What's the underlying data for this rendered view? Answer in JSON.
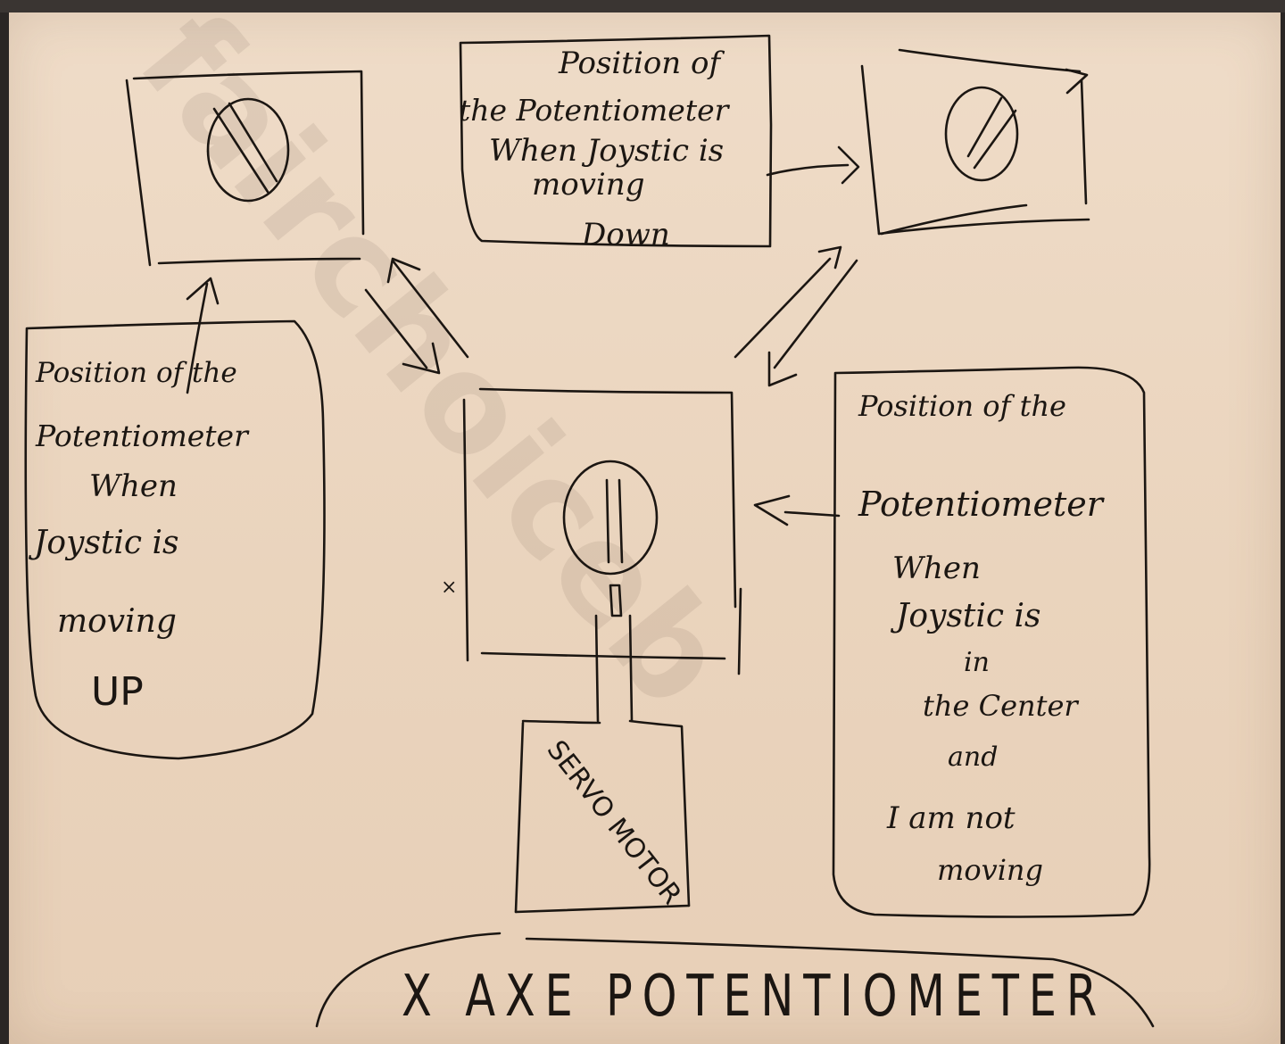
{
  "watermark": "fairchoiceb",
  "notes": {
    "up": [
      "Position of the",
      "Potentiometer",
      "When",
      "Joystic is",
      "moving",
      "UP"
    ],
    "down": [
      "Position of",
      "the Potentiometer",
      "When Joystic is",
      "moving",
      "Down"
    ],
    "center": [
      "Position of the",
      "Potentiometer",
      "When",
      "Joystic is",
      "in",
      "the Center",
      "and",
      "I am not",
      "moving"
    ]
  },
  "servo_label": "SERVO MOTOR",
  "footer_label": "X AXE POTENTIOMETER"
}
